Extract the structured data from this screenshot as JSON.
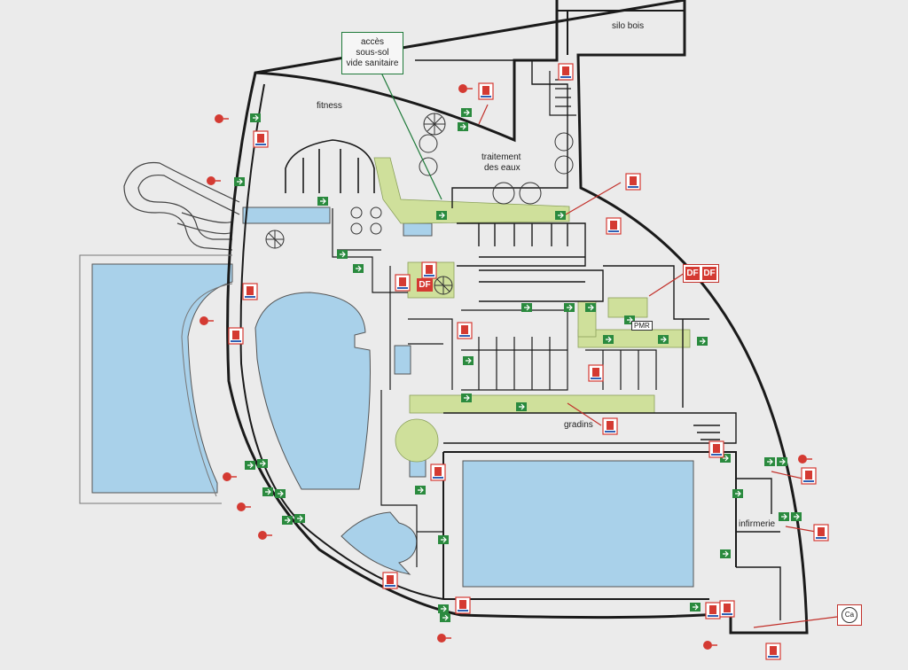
{
  "labels": {
    "silo": "silo bois",
    "fitness": "fitness",
    "traitement_line1": "traitement",
    "traitement_line2": "des eaux",
    "gradins": "gradins",
    "infirmerie": "infirmerie",
    "pmr": "PMR"
  },
  "callout": {
    "line1": "accès",
    "line2": "sous-sol",
    "line3": "vide sanitaire"
  },
  "df_label": "DF",
  "ca_label": "Ca",
  "colors": {
    "water": "#a9d1ea",
    "corridor": "#cfe09b",
    "exit_sign": "#2a8a3e",
    "fire_red": "#d43a32",
    "walls": "#1a1a1a",
    "callout_border": "#1f7a3a"
  },
  "icons": {
    "exit": "emergency-exit-sign-icon",
    "extinguisher": "fire-extinguisher-icon",
    "alarm": "fire-alarm-icon",
    "assembly": "assembly-point-icon"
  }
}
